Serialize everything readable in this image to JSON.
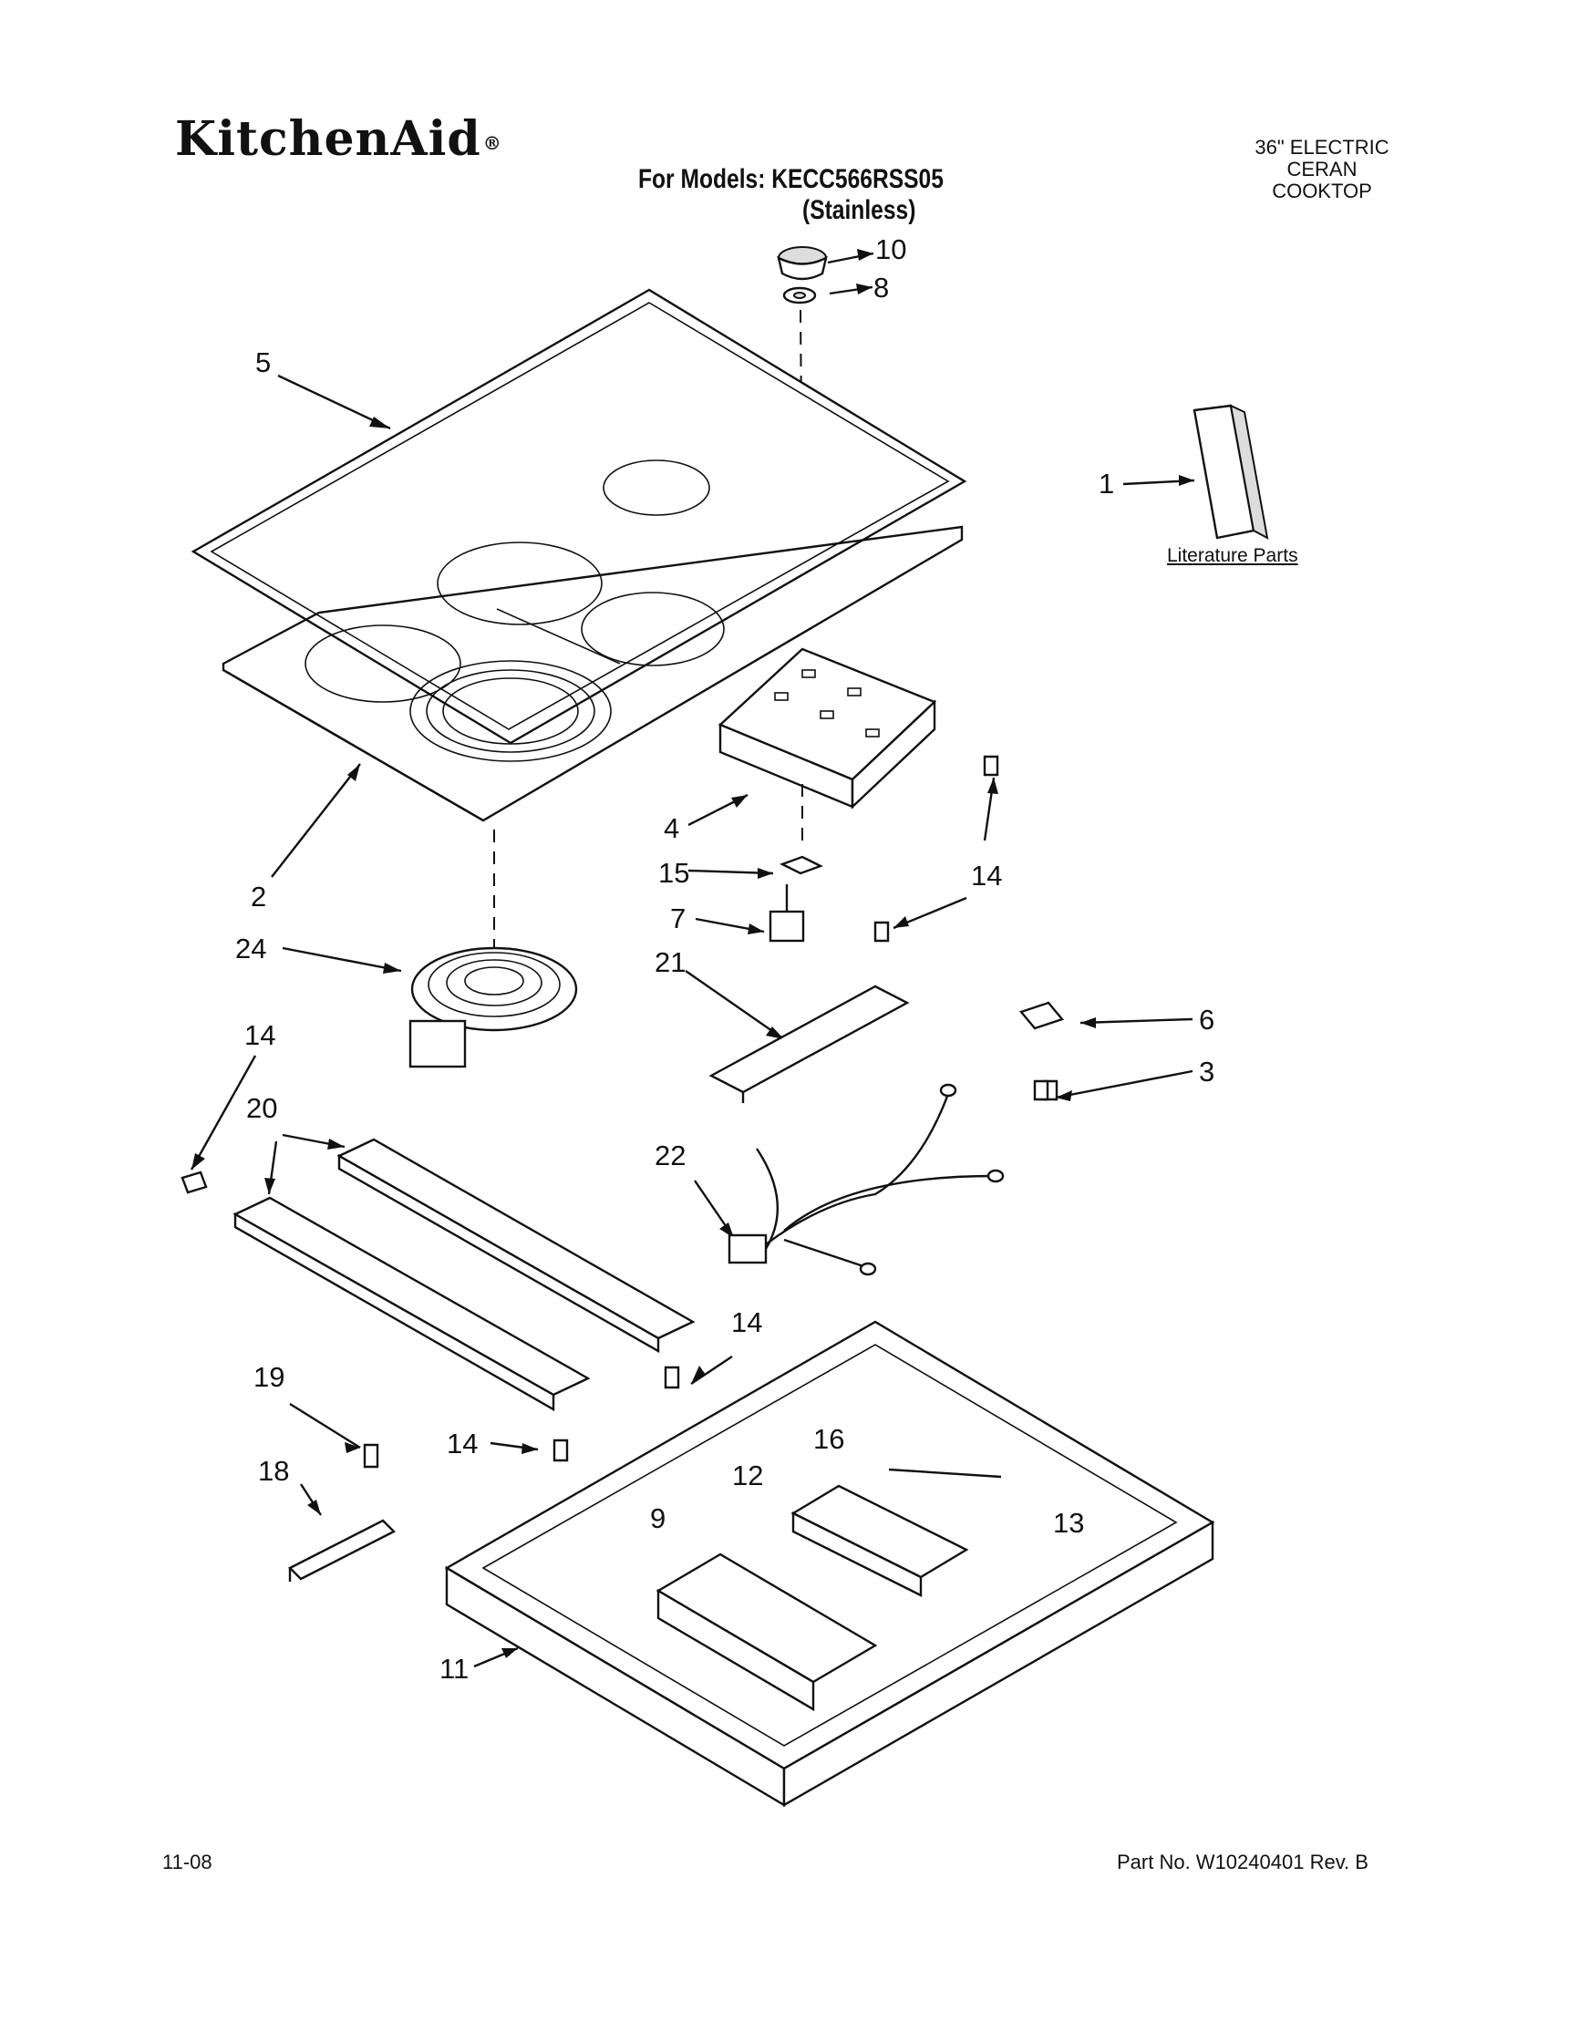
{
  "header": {
    "brand": "KitchenAid",
    "brand_mark": "®",
    "models_line": "For Models: KECC566RSS05",
    "finish_line": "(Stainless)",
    "product_lines": [
      "36\" ELECTRIC",
      "CERAN",
      "COOKTOP"
    ]
  },
  "literature": {
    "label": "Literature Parts"
  },
  "callouts": [
    "10",
    "8",
    "5",
    "1",
    "4",
    "15",
    "14",
    "7",
    "2",
    "24",
    "21",
    "6",
    "3",
    "14",
    "20",
    "22",
    "14",
    "19",
    "14",
    "18",
    "12",
    "16",
    "9",
    "13",
    "11"
  ],
  "footer": {
    "date": "11-08",
    "part_number": "Part No. W10240401 Rev. B"
  }
}
